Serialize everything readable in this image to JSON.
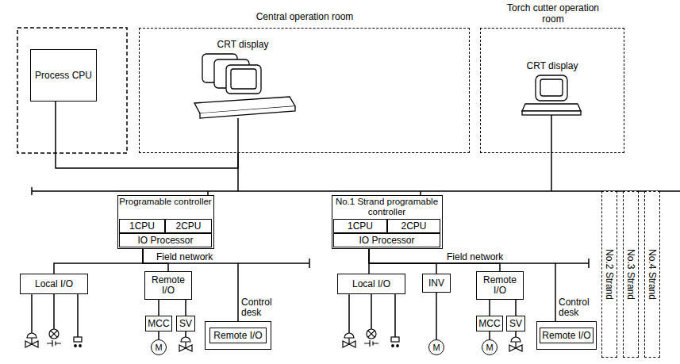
{
  "diagram": {
    "nodes": [
      {
        "text": [
          "Process CPU"
        ]
      },
      {
        "text": [
          "Central operation room",
          "CRT display"
        ]
      },
      {
        "text": [
          "Torch cutter operation room",
          "CRT display"
        ]
      },
      {
        "text": [
          "Programable controller"
        ]
      },
      {
        "text": [
          "1CPU"
        ],
        "in": 3
      },
      {
        "text": [
          "2CPU"
        ],
        "in": 3
      },
      {
        "text": [
          "IO Processor"
        ],
        "in": 3
      },
      {
        "text": [
          "Local I/O"
        ]
      },
      {
        "text": [
          "Remote I/O"
        ]
      },
      {
        "text": [
          "MCC"
        ]
      },
      {
        "text": [
          "SV"
        ]
      },
      {
        "text": [
          "M"
        ]
      },
      {
        "text": [
          "Control desk"
        ]
      },
      {
        "text": [
          "Remote I/O"
        ],
        "in": 12
      },
      {
        "text": [
          "No.1 Strand programable controller"
        ]
      },
      {
        "text": [
          "1CPU"
        ],
        "in": 14
      },
      {
        "text": [
          "2CPU"
        ],
        "in": 14
      },
      {
        "text": [
          "IO Processor"
        ],
        "in": 14
      },
      {
        "text": [
          "Local I/O"
        ]
      },
      {
        "text": [
          "INV"
        ]
      },
      {
        "text": [
          "Remote I/O"
        ]
      },
      {
        "text": [
          "MCC"
        ]
      },
      {
        "text": [
          "SV"
        ]
      },
      {
        "text": [
          "M"
        ]
      },
      {
        "text": [
          "M"
        ]
      },
      {
        "text": [
          "Control desk"
        ]
      },
      {
        "text": [
          "Remote I/O"
        ],
        "in": 25
      },
      {
        "text": [
          "No.2 Strand"
        ]
      },
      {
        "text": [
          "No.3 Strand"
        ]
      },
      {
        "text": [
          "No.4 Strand"
        ]
      }
    ],
    "edges": [
      {
        "from": 0,
        "to": 1,
        "arrow": "none"
      },
      {
        "from": 6,
        "to": 7,
        "arrow": "none"
      },
      {
        "from": 6,
        "to": 8,
        "arrow": "none"
      },
      {
        "from": 6,
        "to": 12,
        "arrow": "none"
      },
      {
        "from": 8,
        "to": 9,
        "arrow": "none"
      },
      {
        "from": 8,
        "to": 10,
        "arrow": "none"
      },
      {
        "from": 9,
        "to": 11,
        "arrow": "none"
      },
      {
        "from": 17,
        "to": 18,
        "arrow": "none"
      },
      {
        "from": 17,
        "to": 19,
        "arrow": "none"
      },
      {
        "from": 17,
        "to": 20,
        "arrow": "none"
      },
      {
        "from": 17,
        "to": 25,
        "arrow": "none"
      },
      {
        "from": 19,
        "to": 23,
        "arrow": "none"
      },
      {
        "from": 20,
        "to": 21,
        "arrow": "none"
      },
      {
        "from": 20,
        "to": 22,
        "arrow": "none"
      },
      {
        "from": 21,
        "to": 24,
        "arrow": "none"
      }
    ],
    "labels": [
      "Field network",
      "Field network"
    ]
  }
}
